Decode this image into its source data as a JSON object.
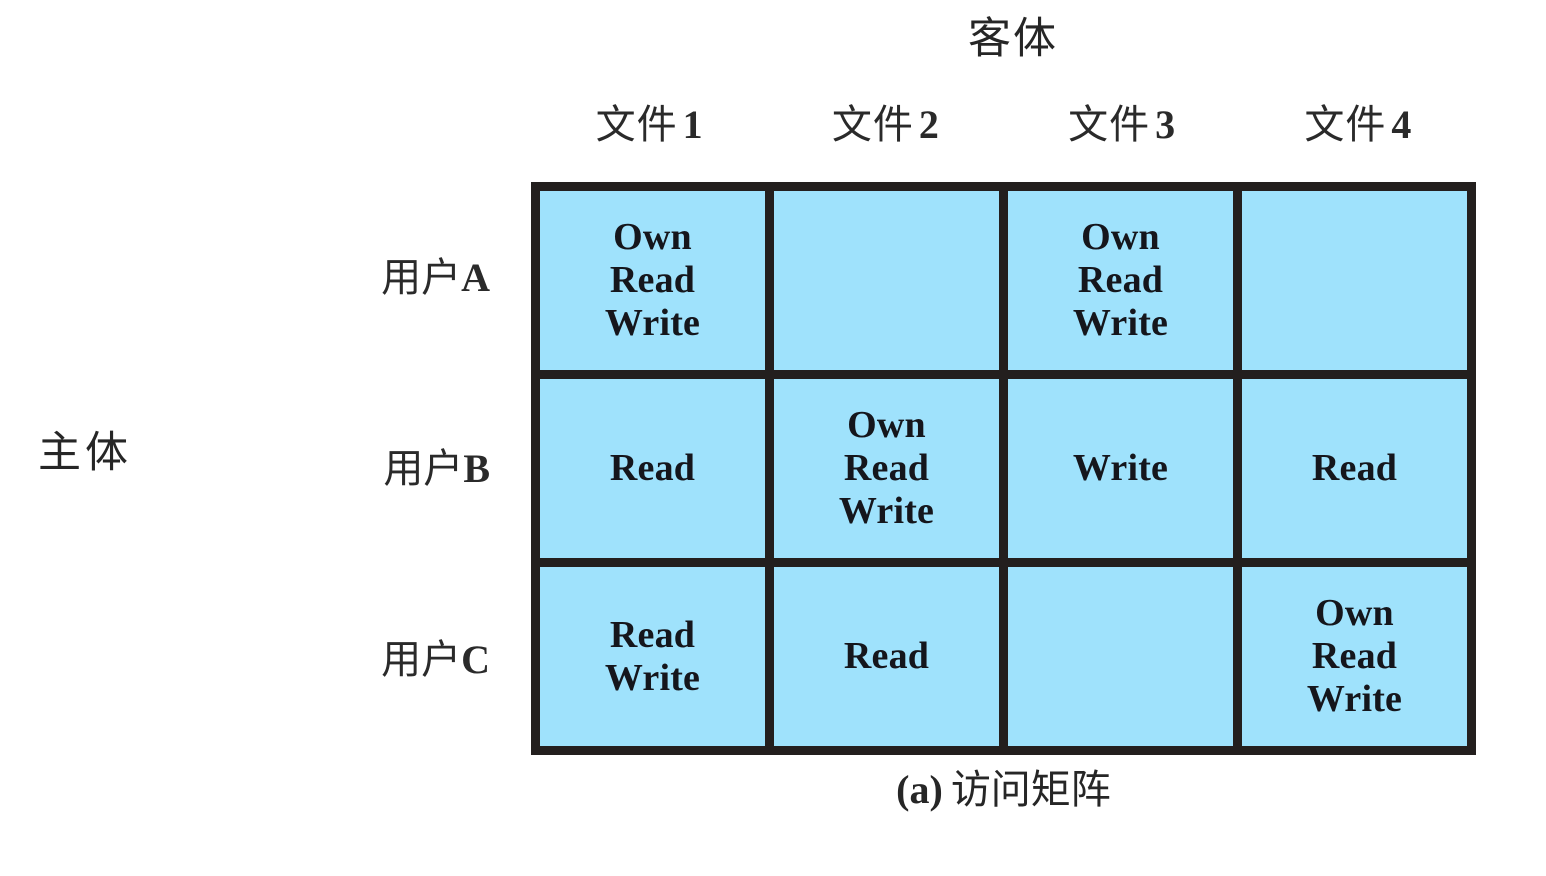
{
  "figure": {
    "caption_tag": "(a)",
    "caption_text": "访问矩阵",
    "object_axis_title": "客体",
    "subject_axis_title": "主体"
  },
  "colors": {
    "cell_fill": "#9fe2fc",
    "grid_line": "#231f1e",
    "text": "#15161c",
    "label_text": "#2a2a2a",
    "page_background": "#ffffff"
  },
  "chart_data": {
    "type": "table",
    "title": "(a) 访问矩阵",
    "xlabel": "客体",
    "ylabel": "主体",
    "categories": [
      "文件 1",
      "文件 2",
      "文件 3",
      "文件 4"
    ],
    "column_headers": [
      {
        "cjk": "文件",
        "num": "1"
      },
      {
        "cjk": "文件",
        "num": "2"
      },
      {
        "cjk": "文件",
        "num": "3"
      },
      {
        "cjk": "文件",
        "num": "4"
      }
    ],
    "row_headers": [
      {
        "cjk": "用户",
        "letter": "A"
      },
      {
        "cjk": "用户",
        "letter": "B"
      },
      {
        "cjk": "用户 ",
        "letter": "C"
      }
    ],
    "rows": [
      {
        "subject": "用户A",
        "cells": [
          {
            "object": "文件 1",
            "permissions": [
              "Own",
              "Read",
              "Write"
            ]
          },
          {
            "object": "文件 2",
            "permissions": []
          },
          {
            "object": "文件 3",
            "permissions": [
              "Own",
              "Read",
              "Write"
            ]
          },
          {
            "object": "文件 4",
            "permissions": []
          }
        ]
      },
      {
        "subject": "用户B",
        "cells": [
          {
            "object": "文件 1",
            "permissions": [
              "Read"
            ]
          },
          {
            "object": "文件 2",
            "permissions": [
              "Own",
              "Read",
              "Write"
            ]
          },
          {
            "object": "文件 3",
            "permissions": [
              "Write"
            ]
          },
          {
            "object": "文件 4",
            "permissions": [
              "Read"
            ]
          }
        ]
      },
      {
        "subject": "用户 C",
        "cells": [
          {
            "object": "文件 1",
            "permissions": [
              "Read",
              "Write"
            ]
          },
          {
            "object": "文件 2",
            "permissions": [
              "Read"
            ]
          },
          {
            "object": "文件 3",
            "permissions": []
          },
          {
            "object": "文件 4",
            "permissions": [
              "Own",
              "Read",
              "Write"
            ]
          }
        ]
      }
    ]
  }
}
